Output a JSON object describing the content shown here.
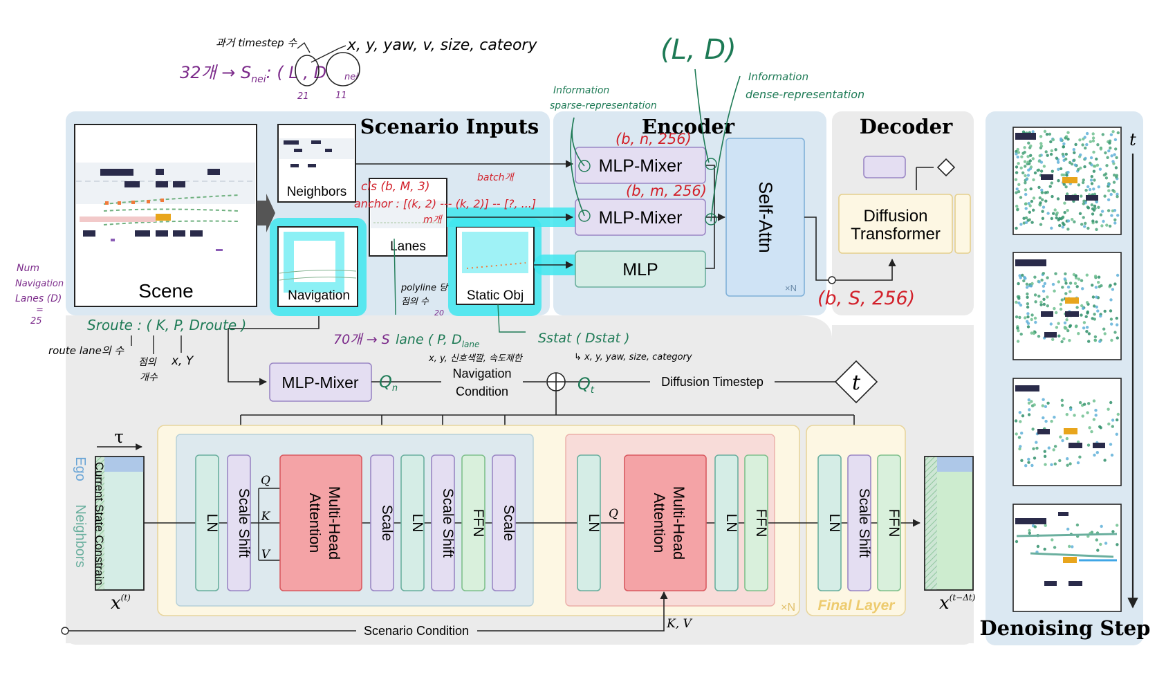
{
  "sections": {
    "scenario_inputs": "Scenario Inputs",
    "encoder": "Encoder",
    "decoder": "Decoder",
    "denoising_step": "Denoising Step"
  },
  "inputs": {
    "scene": "Scene",
    "neighbors": "Neighbors",
    "lanes": "Lanes",
    "navigation": "Navigation",
    "static_obj": "Static Obj"
  },
  "encoder": {
    "mlp_mixer_1": "MLP-Mixer",
    "mlp_mixer_2": "MLP-Mixer",
    "mlp": "MLP",
    "self_attn": "Self-Attn",
    "repeat": "×N"
  },
  "decoder": {
    "diffusion_transformer_line1": "Diffusion",
    "diffusion_transformer_line2": "Transformer"
  },
  "conditions": {
    "mlp_mixer_nav": "MLP-Mixer",
    "navigation_condition_line1": "Navigation",
    "navigation_condition_line2": "Condition",
    "diffusion_timestep": "Diffusion Timestep",
    "t_symbol": "t",
    "scenario_condition": "Scenario Condition",
    "kv": "K, V"
  },
  "dit": {
    "ln": "LN",
    "scale_shift": "Scale  Shift",
    "mha_line1": "Multi-Head",
    "mha_line2": "Attention",
    "scale": "Scale",
    "ffn": "FFN",
    "q": "Q",
    "k": "K",
    "v": "V",
    "repeat": "×N",
    "final_layer": "Final Layer"
  },
  "tensor": {
    "tau": "τ",
    "ego": "Ego",
    "neighbors": "Neighbors",
    "current_state": "Current State Constrain",
    "x_in_base": "x",
    "x_in_sup": "(t)",
    "x_out_base": "x",
    "x_out_sup": "(t−Δt)"
  },
  "denoise": {
    "t_axis": "t"
  },
  "annotations": {
    "a_timestep": "과거 timestep 수",
    "a_state": "x, y, yaw, v, size, cateory",
    "a_sneis": "32개 → S",
    "a_sneis_sub": "nei",
    "a_sneis_shape": ": ( L , D",
    "a_dnei": "nei",
    "a_21": "21",
    "a_11": "11",
    "a_ld": "(L, D)",
    "a_info_sparse1": "Information",
    "a_info_sparse2": "sparse-representation",
    "a_info_dense1": "Information",
    "a_info_dense2": "dense-representation",
    "a_b_n_256_top": "(b, n, 256)",
    "a_b_m_256": "(b, m, 256)",
    "a_cls": "cls (b, M, 3)",
    "a_anchor": "anchor : [(k, 2) --- (k, 2)] -- [?, ...]",
    "a_batch": "batch개",
    "a_m_gae": "m개",
    "a_b_s_256": "(b, S, 256)",
    "a_num_nav1": "Num",
    "a_num_nav2": "Navigation",
    "a_num_nav3": "Lanes (D)",
    "a_num_nav4": "=",
    "a_num_nav5": "25",
    "a_sroute": "Sroute : ( K, P, Droute )",
    "a_route_lane": "route lane의 수",
    "a_jeom1": "점의",
    "a_jeom2": "개수",
    "a_xy": "x, Y",
    "a_polyline1": "polyline 당",
    "a_polyline2": "점의 수",
    "a_20": "20",
    "a_70": "70개 → S",
    "a_slane": "lane ( P, D",
    "a_lane_sub": "lane",
    "a_lane_feat": "x, y, 신호색깔, 속도제한",
    "a_sstat": "Sstat ( Dstat )",
    "a_stat_feat": "↳ x, y, yaw, size, category",
    "a_qn": "Q",
    "a_qn_sub": "n",
    "a_qt": "Q",
    "a_qt_sub": "t"
  },
  "colors": {
    "purple_fill": "#e4def2",
    "purple_stroke": "#9a86c4",
    "teal_fill": "#d5ede6",
    "teal_stroke": "#6aaf9e",
    "red_fill": "#f4a3a6",
    "red_stroke": "#d95a60",
    "blue_panel": "#dbe8f2",
    "cyan_highlight": "#3fe6ee",
    "ink_green": "#1d7a55",
    "ink_red": "#d2202a",
    "ink_purple": "#7b2a8a"
  }
}
